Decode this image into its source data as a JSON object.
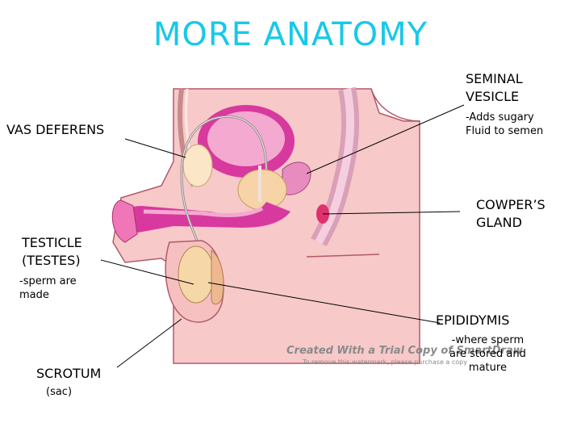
{
  "title": "MORE ANATOMY",
  "labels": {
    "seminal_vesicle": "SEMINAL\nVESICLE",
    "seminal_vesicle_desc": "-Adds sugary\nFluid to semen",
    "vas_deferens": "VAS DEFERENS",
    "cowpers_gland": "COWPER’S\nGLAND",
    "testicle": "TESTICLE\n(TESTES)",
    "testicle_desc": "-sperm are\nmade",
    "epididymis": "EPIDIDYMIS",
    "epididymis_desc": "-where sperm\nare stored and\nmature",
    "scrotum": "SCROTUM",
    "scrotum_desc": "(sac)"
  },
  "watermark": {
    "line1": "Created With a Trial Copy of SmartDraw",
    "line2": "To remove this watermark, please purchase a copy"
  },
  "colors": {
    "title": "#18c8e8",
    "skin": "#f7c9c9",
    "magenta": "#d8399e",
    "bladder": "#f4a9d0"
  }
}
